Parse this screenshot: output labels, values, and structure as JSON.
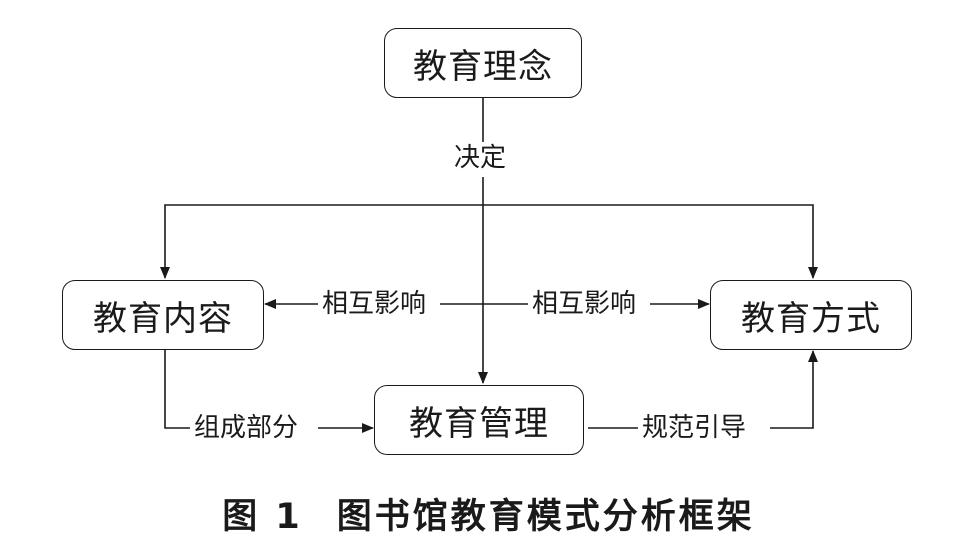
{
  "nodes": {
    "concept": "教育理念",
    "content": "教育内容",
    "method": "教育方式",
    "management": "教育管理"
  },
  "edges": {
    "decides": "决定",
    "interact_left": "相互影响",
    "interact_right": "相互影响",
    "component": "组成部分",
    "guide": "规范引导"
  },
  "caption": {
    "figure_number": "图 1",
    "title": "图书馆教育模式分析框架"
  }
}
